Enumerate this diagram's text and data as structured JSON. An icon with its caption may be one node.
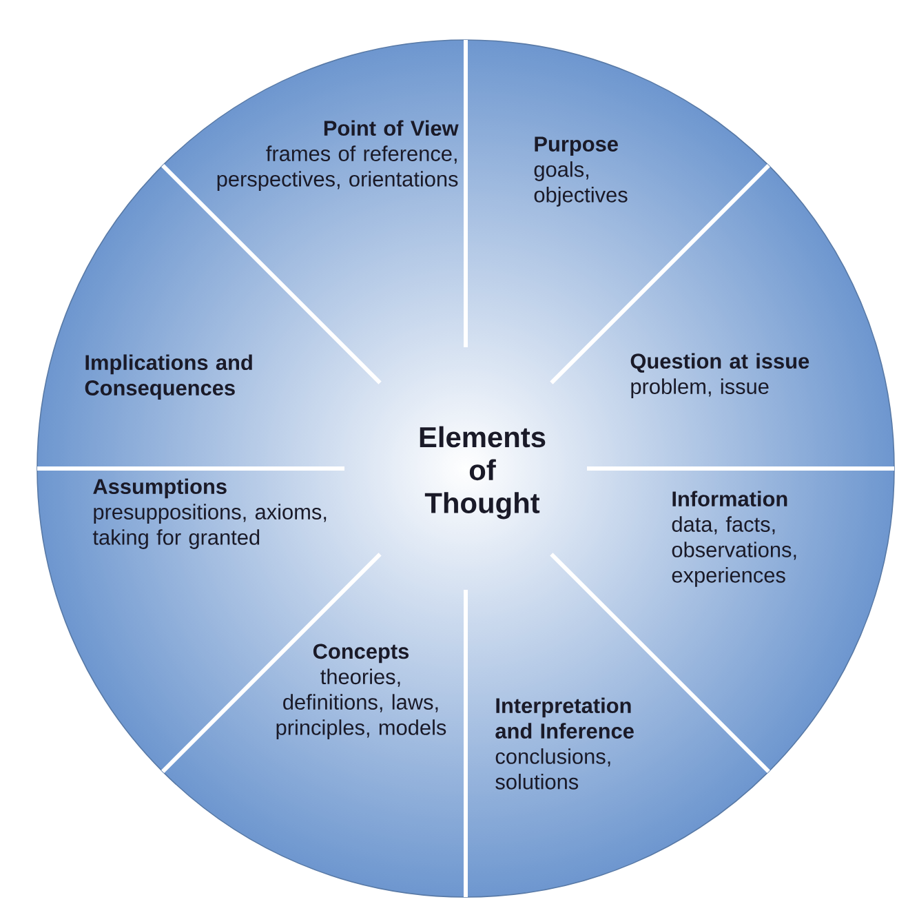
{
  "diagram": {
    "nodes": [
      {
        "text": [
          "Point of View",
          "frames of reference, perspectives, orientations"
        ]
      },
      {
        "text": [
          "Purpose",
          "goals, objectives"
        ]
      },
      {
        "text": [
          "Implications and Consequences"
        ]
      },
      {
        "text": [
          "Question at issue",
          "problem, issue"
        ]
      },
      {
        "text": [
          "Elements of Thought"
        ]
      },
      {
        "text": [
          "Assumptions",
          "presuppositions, axioms, taking for granted"
        ]
      },
      {
        "text": [
          "Information",
          "data, facts, observations, experiences"
        ]
      },
      {
        "text": [
          "Concepts",
          "theories, definitions, laws, principles, models"
        ]
      },
      {
        "text": [
          "Interpretation and Inference",
          "conclusions, solutions"
        ]
      }
    ]
  }
}
